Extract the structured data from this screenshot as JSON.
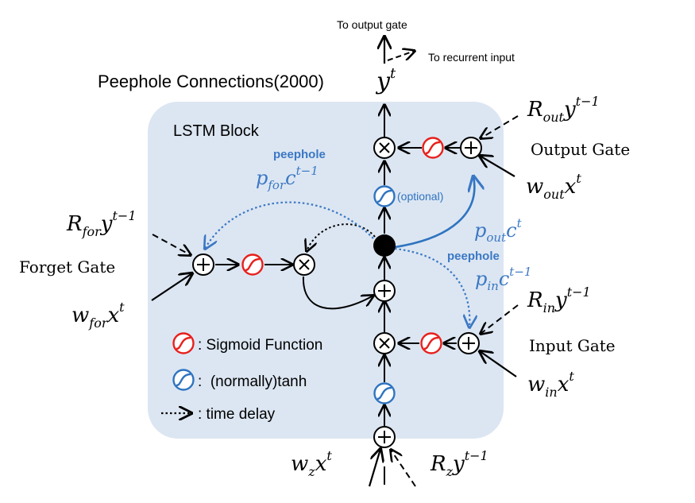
{
  "title": "Peephole Connections(2000)",
  "block_label": "LSTM Block",
  "outputs": {
    "to_output_gate": "To output gate",
    "to_recurrent_input": "To recurrent input"
  },
  "gates": {
    "output": "Output Gate",
    "forget": "Forget Gate",
    "input": "Input Gate"
  },
  "peephole": {
    "label": "peephole",
    "optional": "(optional)",
    "forget_var": "p",
    "forget_sub": "for",
    "forget_sup_base": "c",
    "forget_sup": "t−1",
    "out_var": "p",
    "out_sub": "out",
    "out_base": "c",
    "out_sup": "t",
    "in_var": "p",
    "in_sub": "in",
    "in_base": "c",
    "in_sup": "t−1"
  },
  "math": {
    "y": "y",
    "t": "t",
    "tm1": "t−1",
    "R": "R",
    "w": "w",
    "x": "x",
    "out": "out",
    "for": "for",
    "in": "in",
    "z": "z"
  },
  "legend": {
    "sigmoid": ": Sigmoid Function",
    "tanh": ":  (normally)tanh",
    "delay": ": time delay"
  },
  "colors": {
    "block_bg": "#dce6f2",
    "sigmoid": "#e8201c",
    "tanh": "#2f74c0",
    "peephole": "#3b78c4",
    "ink": "#000000"
  }
}
